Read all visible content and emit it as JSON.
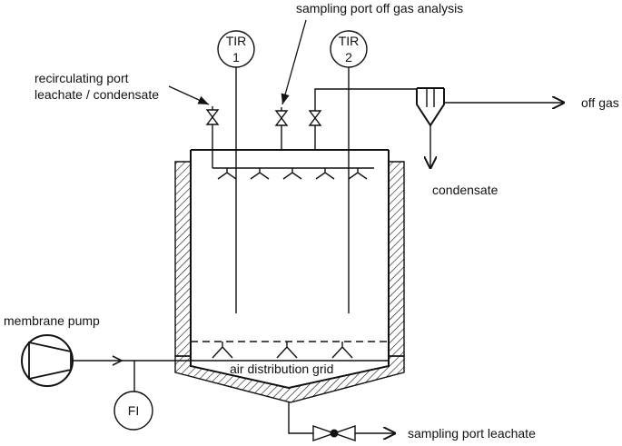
{
  "labels": {
    "sampling_port_offgas": "sampling port off gas analysis",
    "recirculating_port": "recirculating port",
    "leachate_condensate": "leachate / condensate",
    "off_gas": "off gas",
    "condensate": "condensate",
    "membrane_pump": "membrane pump",
    "air_distribution_grid": "air distribution grid",
    "sampling_port_leachate": "sampling port leachate"
  },
  "instruments": {
    "tir1": {
      "tag": "TIR",
      "num": "1"
    },
    "tir2": {
      "tag": "TIR",
      "num": "2"
    },
    "fi": {
      "tag": "FI"
    }
  },
  "colors": {
    "line": "#111111",
    "background": "#ffffff"
  }
}
